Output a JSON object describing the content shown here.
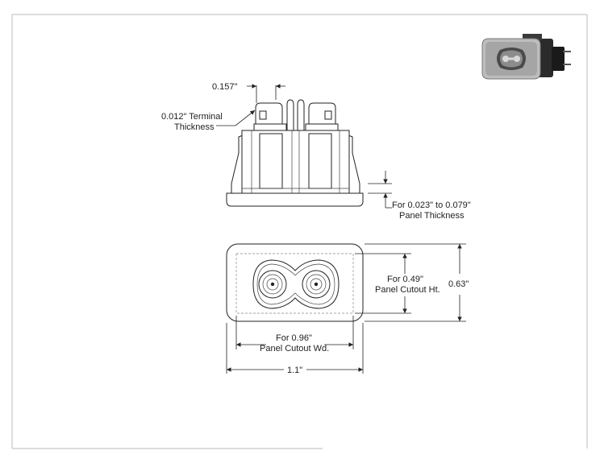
{
  "drawing": {
    "border_color": "#bbbbbb",
    "line_color": "#222222"
  },
  "side_view": {
    "dim_terminal_spacing": "0.157\"",
    "dim_terminal_thickness_line1": "0.012\" Terminal",
    "dim_terminal_thickness_line2": "Thickness",
    "dim_panel_thickness_line1": "For 0.023\" to 0.079\"",
    "dim_panel_thickness_line2": "Panel Thickness"
  },
  "front_view": {
    "dim_cutout_height_line1": "For 0.49\"",
    "dim_cutout_height_line2": "Panel Cutout Ht.",
    "dim_overall_height": "0.63\"",
    "dim_cutout_width_line1": "For 0.96\"",
    "dim_cutout_width_line2": "Panel Cutout Wd.",
    "dim_overall_width": "1.1\""
  },
  "thumbnail": {
    "icon": "connector-3d-thumbnail-icon",
    "body_color": "#8c8c8c",
    "frame_color": "#bdbdbd",
    "dark_color": "#2b2b2b"
  }
}
